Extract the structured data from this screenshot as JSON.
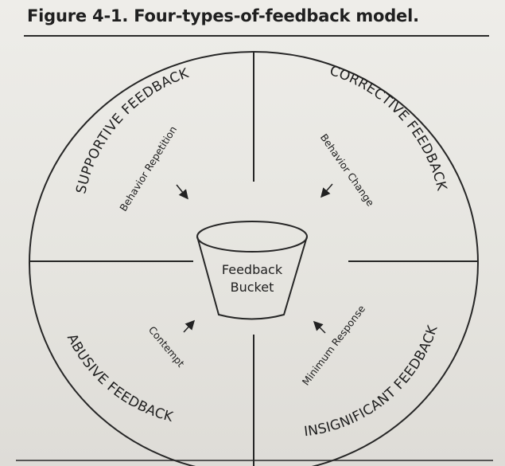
{
  "figure": {
    "title": "Figure 4-1.  Four-types-of-feedback model."
  },
  "quadrants": {
    "supportive": {
      "label": "SUPPORTIVE FEEDBACK",
      "behavior": "Behavior Repetition"
    },
    "corrective": {
      "label": "CORRECTIVE FEEDBACK",
      "behavior": "Behavior Change"
    },
    "abusive": {
      "label": "ABUSIVE FEEDBACK",
      "behavior": "Contempt"
    },
    "insignificant": {
      "label": "INSIGNIFICANT FEEDBACK",
      "behavior": "Minimum Response"
    }
  },
  "center": {
    "line1": "Feedback",
    "line2": "Bucket"
  }
}
